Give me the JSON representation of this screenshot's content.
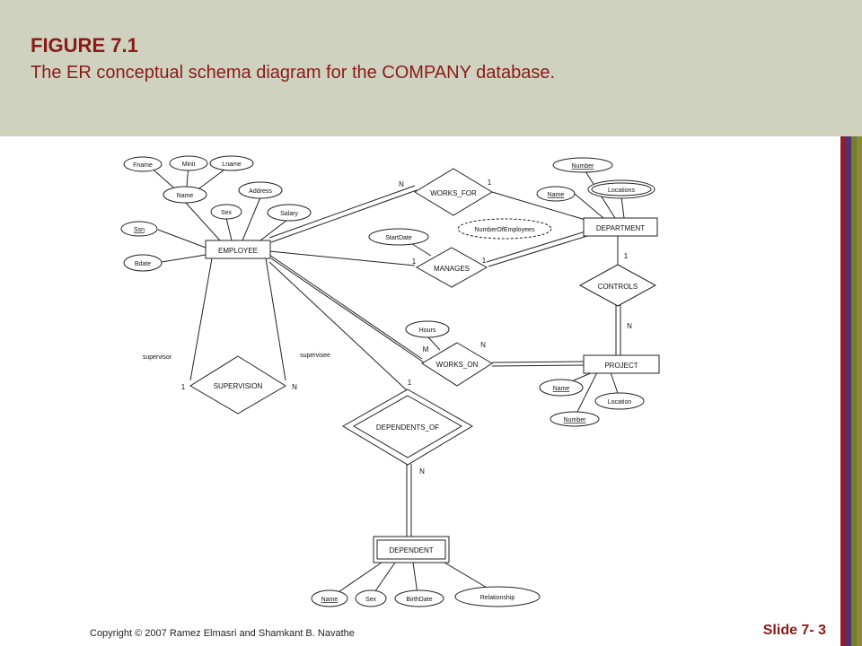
{
  "header": {
    "figure_label": "FIGURE 7.1",
    "caption": "The ER conceptual schema diagram for the COMPANY database."
  },
  "diagram": {
    "entities": {
      "employee": "EMPLOYEE",
      "department": "DEPARTMENT",
      "project": "PROJECT",
      "dependent": "DEPENDENT"
    },
    "relationships": {
      "works_for": "WORKS_FOR",
      "manages": "MANAGES",
      "controls": "CONTROLS",
      "works_on": "WORKS_ON",
      "supervision": "SUPERVISION",
      "dependents_of": "DEPENDENTS_OF"
    },
    "attributes": {
      "fname": "Fname",
      "minit": "Minit",
      "lname": "Lname",
      "emp_name": "Name",
      "address": "Address",
      "emp_sex": "Sex",
      "salary": "Salary",
      "ssn": "Ssn",
      "bdate": "Bdate",
      "dept_number": "Number",
      "dept_name": "Name",
      "locations": "Locations",
      "num_employees": "NumberOfEmployees",
      "start_date": "StartDate",
      "hours": "Hours",
      "proj_name": "Name",
      "proj_location": "Location",
      "proj_number": "Number",
      "dep_name": "Name",
      "dep_sex": "Sex",
      "birth_date": "BirthDate",
      "relationship": "Relationship"
    },
    "cardinalities": {
      "works_for_emp": "N",
      "works_for_dept": "1",
      "manages_emp": "1",
      "manages_dept": "1",
      "controls_dept": "1",
      "controls_proj": "N",
      "works_on_emp": "M",
      "works_on_proj": "N",
      "supervision_left": "1",
      "supervision_right": "N",
      "dependents_of_emp": "1",
      "dependents_of_dep": "N"
    },
    "roles": {
      "supervisor": "supervisor",
      "supervisee": "supervisee"
    }
  },
  "footer": {
    "copyright": "Copyright © 2007 Ramez Elmasri and Shamkant B. Navathe",
    "slide": "Slide 7- 3"
  }
}
